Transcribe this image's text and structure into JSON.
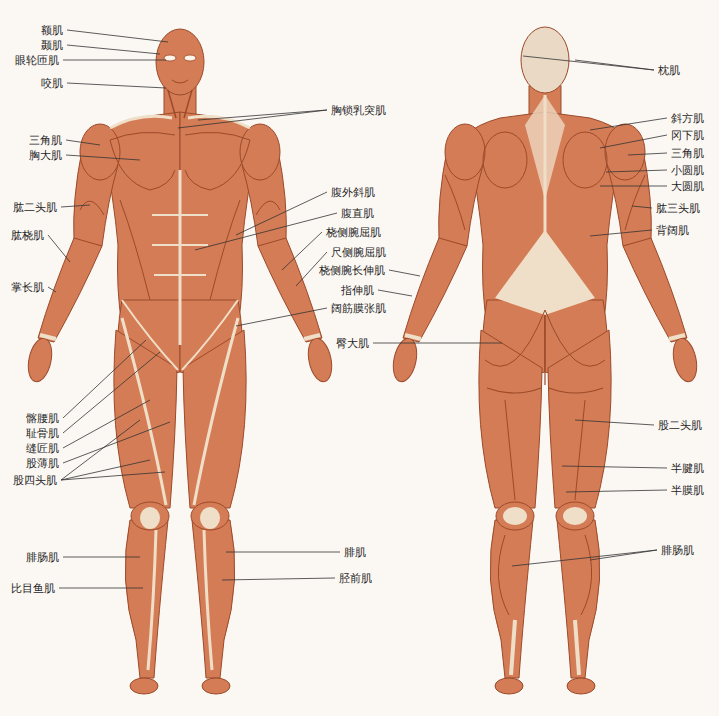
{
  "diagram": {
    "labels": [
      "额肌",
      "颞肌",
      "眼轮匝肌",
      "咬肌",
      "枕肌",
      "胸锁乳突肌",
      "斜方肌",
      "冈下肌",
      "三角肌",
      "三角肌",
      "胸大肌",
      "小圆肌",
      "大圆肌",
      "腹外斜肌",
      "肱二头肌",
      "肱三头肌",
      "腹直肌",
      "肱桡肌",
      "背阔肌",
      "桡侧腕屈肌",
      "尺侧腕屈肌",
      "桡侧腕长伸肌",
      "掌长肌",
      "指伸肌",
      "阔筋膜张肌",
      "臀大肌",
      "髂腰肌",
      "耻骨肌",
      "缝匠肌",
      "股薄肌",
      "股四头肌",
      "股二头肌",
      "半腱肌",
      "半膜肌",
      "腓肌",
      "腓肠肌",
      "腓肠肌",
      "胫前肌",
      "比目鱼肌"
    ]
  }
}
